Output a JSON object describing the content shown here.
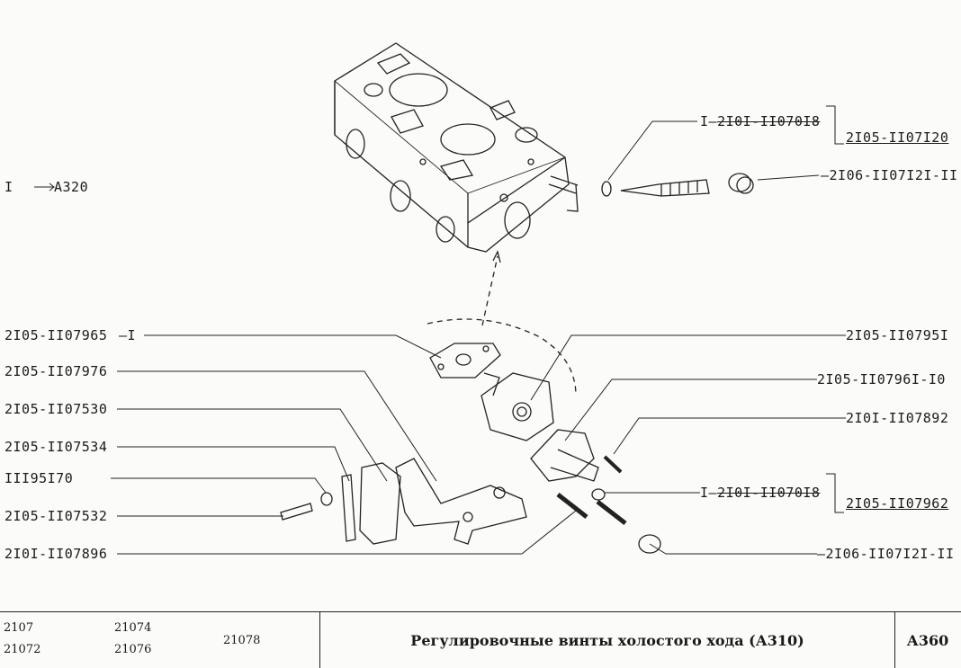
{
  "diagram": {
    "ref_left": "I",
    "ref_left_target": "A320",
    "labels_left": {
      "l1_code": "2I05-II07965",
      "l1_qty": "I",
      "l2": "2I05-II07976",
      "l3": "2I05-II07530",
      "l4": "2I05-II07534",
      "l5": "III95I70",
      "l6": "2I05-II07532",
      "l7": "2I0I-II07896"
    },
    "labels_right": {
      "top_qty": "I",
      "top_code": "2I0I-II070I8",
      "top_group": "2I05-II07I20",
      "top_cap": "2I06-II07I2I-II",
      "r1": "2I05-II0795I",
      "r2": "2I05-II0796I-I0",
      "r3": "2I0I-II07892",
      "bot_qty": "I",
      "bot_code": "2I0I-II070I8",
      "bot_group": "2I05-II07962",
      "bot_cap": "2I06-II07I2I-II"
    }
  },
  "footer": {
    "models": [
      "2107",
      "21072",
      "21074",
      "21076",
      "21078"
    ],
    "title": "Регулировочные винты холостого хода (А310)",
    "sheet_code": "А360"
  }
}
